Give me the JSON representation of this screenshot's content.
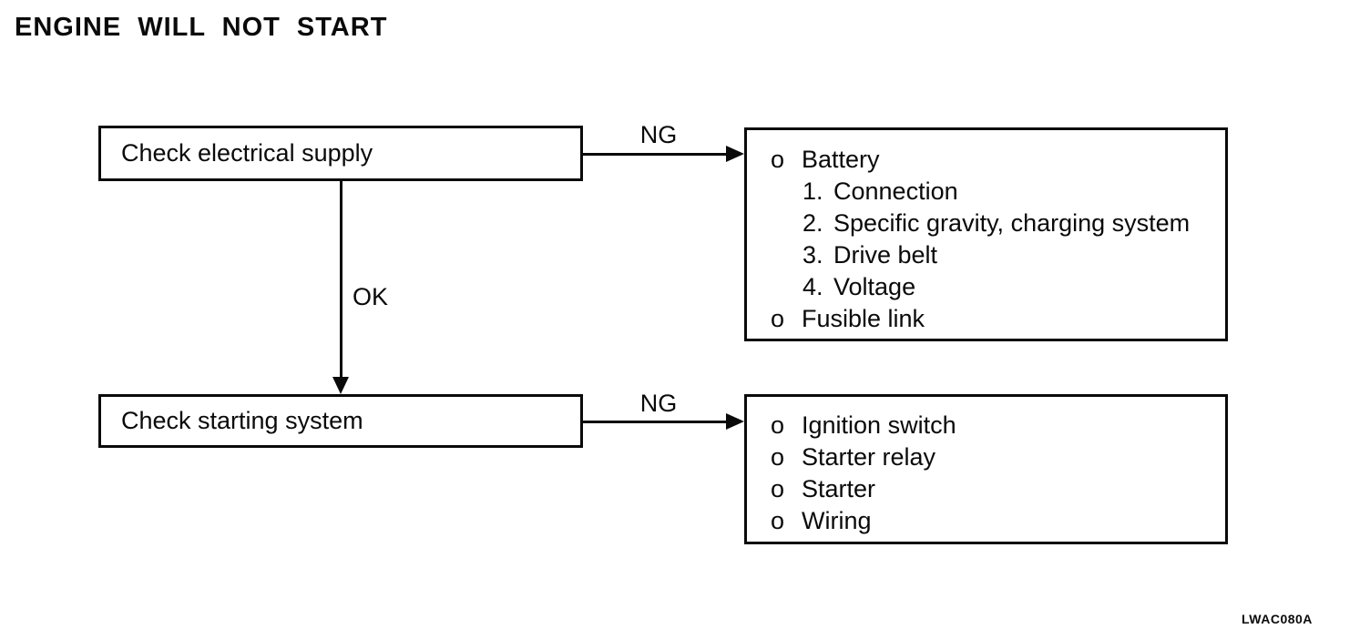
{
  "title": "ENGINE WILL NOT START",
  "flowchart": {
    "steps": {
      "step1": {
        "label": "Check electrical supply"
      },
      "step2": {
        "label": "Check starting system"
      }
    },
    "edges": {
      "ng1_label": "NG",
      "ok_label": "OK",
      "ng2_label": "NG"
    },
    "result1": {
      "items": [
        {
          "marker": "o",
          "text": "Battery",
          "indent": 0
        },
        {
          "marker": "1.",
          "text": "Connection",
          "indent": 1
        },
        {
          "marker": "2.",
          "text": "Specific gravity, charging system",
          "indent": 1
        },
        {
          "marker": "3.",
          "text": "Drive belt",
          "indent": 1
        },
        {
          "marker": "4.",
          "text": "Voltage",
          "indent": 1
        },
        {
          "marker": "o",
          "text": "Fusible link",
          "indent": 0
        }
      ]
    },
    "result2": {
      "items": [
        {
          "marker": "o",
          "text": "Ignition switch",
          "indent": 0
        },
        {
          "marker": "o",
          "text": "Starter relay",
          "indent": 0
        },
        {
          "marker": "o",
          "text": "Starter",
          "indent": 0
        },
        {
          "marker": "o",
          "text": "Wiring",
          "indent": 0
        }
      ]
    }
  },
  "figure_code": "LWAC080A"
}
